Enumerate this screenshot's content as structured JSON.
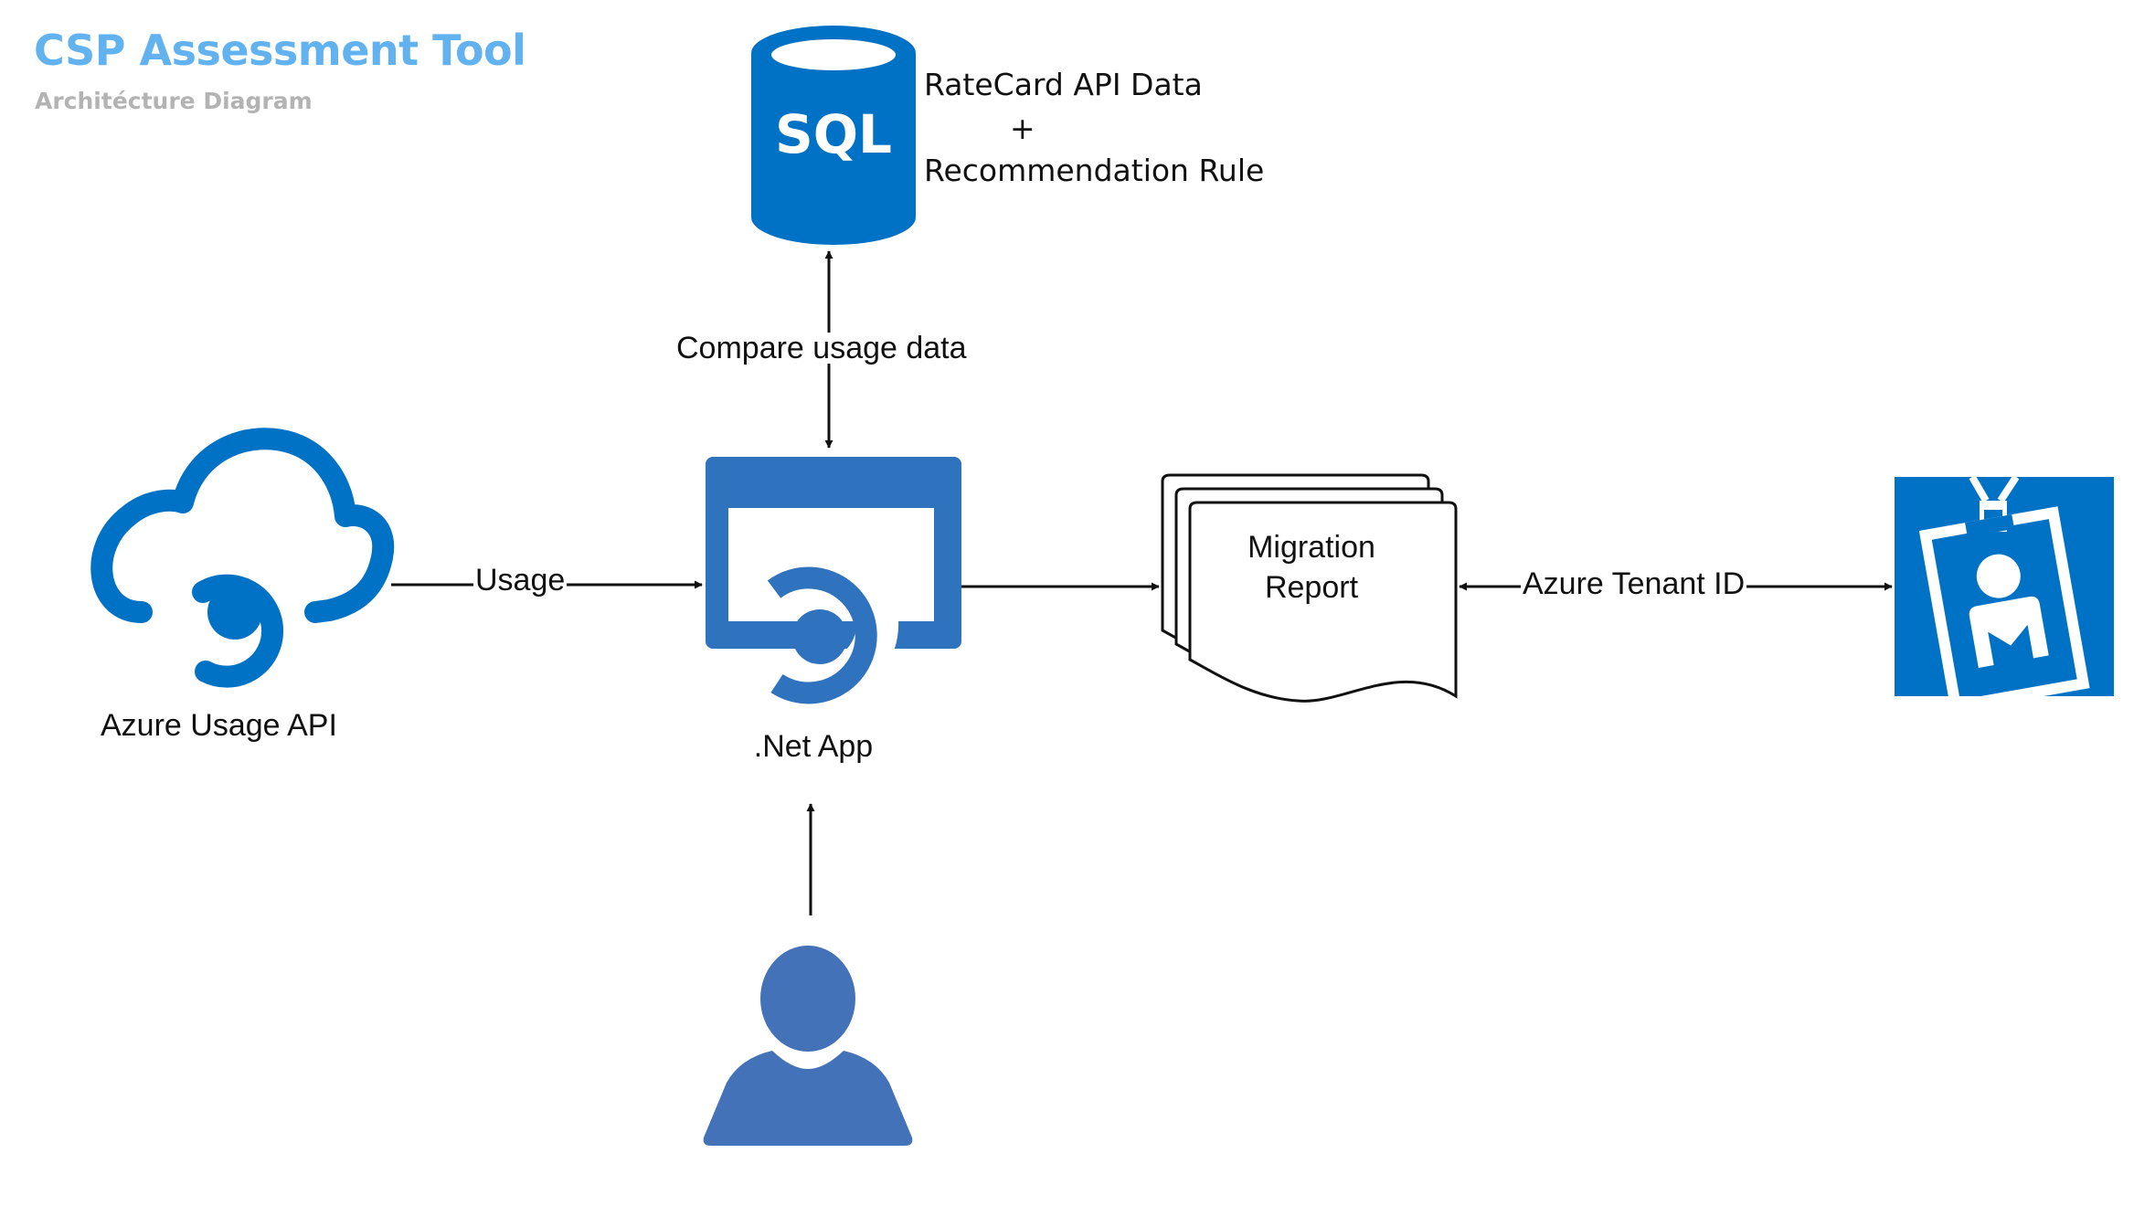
{
  "header": {
    "title": "CSP Assessment Tool",
    "subtitle": "Architécture Diagram"
  },
  "database": {
    "icon_text": "SQL",
    "line1": "RateCard API Data",
    "line2": "+",
    "line3": "Recommendation Rule",
    "icon": "sql-database-icon"
  },
  "edges": {
    "compare": "Compare usage data",
    "usage": "Usage",
    "tenant": "Azure Tenant ID"
  },
  "nodes": {
    "usage_api": {
      "label": "Azure Usage API",
      "icon": "cloud-api-icon"
    },
    "app": {
      "label": ".Net App",
      "icon": "web-app-icon"
    },
    "report": {
      "line1": "Migration",
      "line2": "Report",
      "icon": "document-stack-icon"
    },
    "tenant": {
      "icon": "id-badge-icon"
    },
    "user": {
      "icon": "user-icon"
    }
  },
  "colors": {
    "azure_blue": "#0072c6",
    "app_blue": "#2f72bd",
    "user_blue": "#4472b8",
    "title_blue": "#62b2f0",
    "subtitle_gray": "#b3b3b3"
  }
}
